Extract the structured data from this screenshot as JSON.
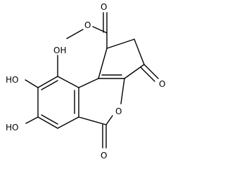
{
  "structure": {
    "labels": {
      "ester_carbonyl_O": "O",
      "ester_ether_O": "O",
      "ring_ketone_O": "O",
      "lactone_ring_O": "O",
      "lactone_carbonyl_O": "O",
      "hydroxyl_top": "OH",
      "hydroxyl_middle": "HO",
      "hydroxyl_bottom": "HO"
    }
  }
}
